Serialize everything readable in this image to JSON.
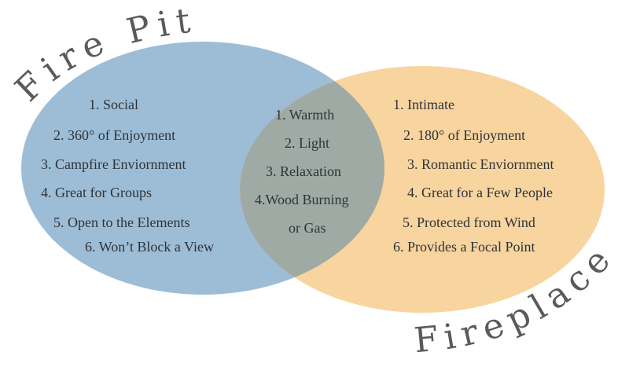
{
  "colors": {
    "left": "#9dbdd6",
    "right": "#f8d49f",
    "overlap": "#a0aaa5",
    "title": "#5a5a5a",
    "text": "#2f3338"
  },
  "left": {
    "title": "Fire Pit",
    "items": [
      "1. Social",
      "2. 360° of Enjoyment",
      "3. Campfire Enviornment",
      "4. Great for Groups",
      "5. Open to the Elements",
      "6. Won’t Block a View"
    ]
  },
  "center": {
    "items": [
      "1. Warmth",
      "2. Light",
      "3. Relaxation",
      "4.Wood Burning",
      "or Gas"
    ]
  },
  "right": {
    "title": "Fireplace",
    "items": [
      "1. Intimate",
      "2. 180° of Enjoyment",
      "3. Romantic Enviornment",
      "4. Great for a Few People",
      "5. Protected from Wind",
      "6. Provides a Focal Point"
    ]
  }
}
